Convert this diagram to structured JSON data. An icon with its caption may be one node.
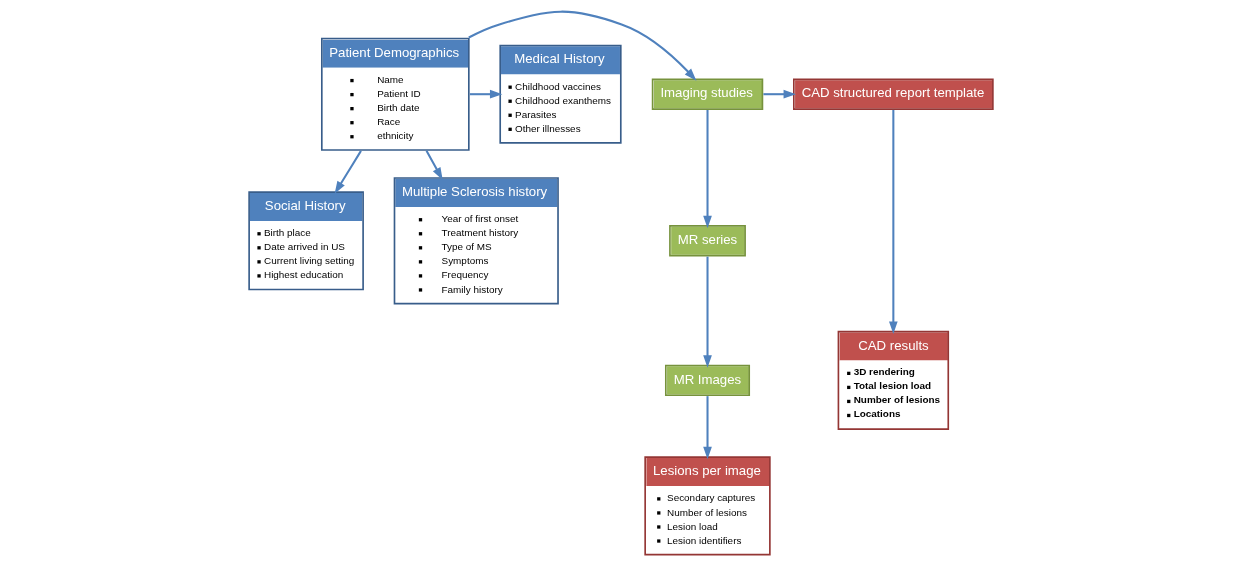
{
  "diagram": {
    "nodes": [
      {
        "text": [
          "CAD structured report template"
        ]
      },
      {
        "text": [
          "Imaging studies"
        ]
      },
      {
        "text": [
          "Patient Demographics",
          "Name",
          "Patient ID",
          "Birth date",
          "Race",
          "ethnicity"
        ]
      },
      {
        "text": [
          "Medical History",
          "Childhood vaccines",
          "Childhood exanthems",
          "Parasites",
          "Other illnesses"
        ]
      },
      {
        "text": [
          "CAD results",
          "3D rendering",
          "Total lesion load",
          "Number of lesions",
          "Locations"
        ]
      },
      {
        "text": [
          "MR series"
        ]
      },
      {
        "text": [
          "MR Images"
        ]
      },
      {
        "text": [
          "Lesions per image",
          "Secondary captures",
          "Number of lesions",
          "Lesion load",
          "Lesion identifiers"
        ]
      },
      {
        "text": [
          "Social History",
          "Birth place",
          "Date arrived in US",
          "Current living setting",
          "Highest education"
        ]
      },
      {
        "text": [
          "Multiple Sclerosis history",
          "Year of first onset",
          "Treatment history",
          "Type of MS",
          "Symptoms",
          "Frequency",
          "Family history"
        ]
      }
    ],
    "edges": [
      {
        "from": 2,
        "to": 1,
        "arrow": "to"
      },
      {
        "from": 1,
        "to": 0,
        "arrow": "to"
      },
      {
        "from": 0,
        "to": 4,
        "arrow": "to"
      },
      {
        "from": 1,
        "to": 5,
        "arrow": "to"
      },
      {
        "from": 5,
        "to": 6,
        "arrow": "to"
      },
      {
        "from": 6,
        "to": 7,
        "arrow": "to"
      },
      {
        "from": 2,
        "to": 3,
        "arrow": "to"
      },
      {
        "from": 2,
        "to": 8,
        "arrow": "to"
      },
      {
        "from": 2,
        "to": 9,
        "arrow": "to"
      }
    ]
  }
}
